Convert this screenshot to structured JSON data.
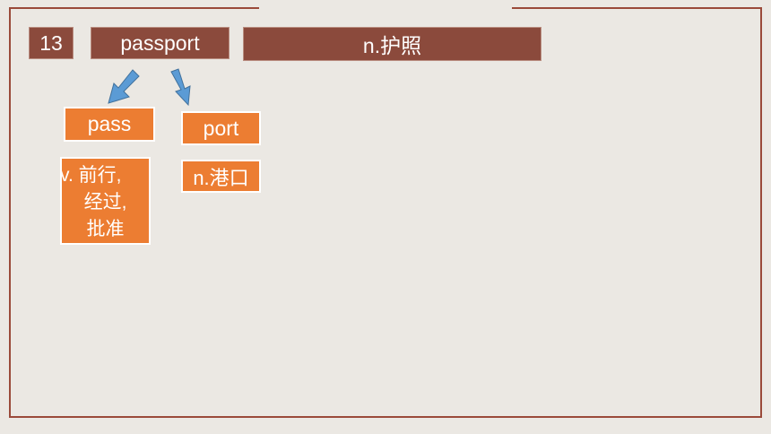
{
  "card": {
    "number": "13",
    "word": "passport",
    "meaning": "n.护照"
  },
  "parts": [
    {
      "word": "pass",
      "meaning_lines": [
        "v. 前行,",
        "经过,",
        "批准"
      ]
    },
    {
      "word": "port",
      "meaning": "n.港口"
    }
  ],
  "colors": {
    "frame": "#9a4a3a",
    "header_box": "#8b4a3c",
    "part_box": "#ec7d32",
    "arrow": "#5b9bd5",
    "background": "#ebe8e3"
  },
  "icons": [
    "arrow-down-left-icon",
    "arrow-down-right-icon"
  ]
}
